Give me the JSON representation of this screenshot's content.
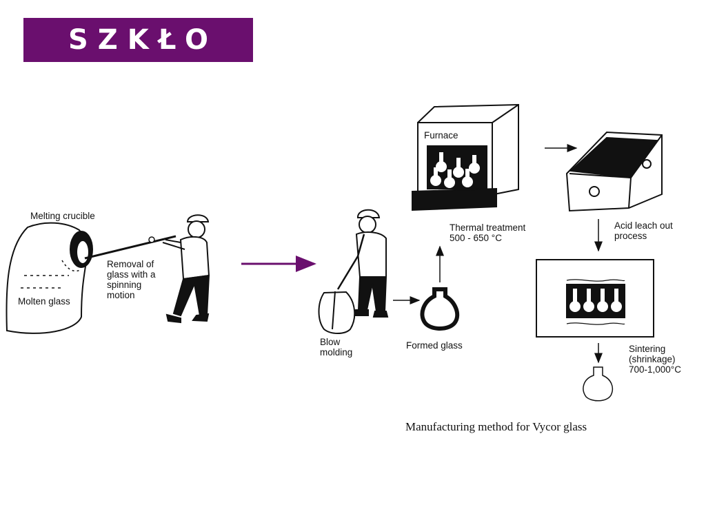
{
  "title": "SZKŁO",
  "colors": {
    "title_bg": "#6a0f6e",
    "arrow": "#6a0f6e"
  },
  "left_figure": {
    "melting_crucible": "Melting crucible",
    "molten_glass": "Molten glass",
    "removal": "Removal of\nglass with a\nspinning\nmotion"
  },
  "right_figure": {
    "furnace": "Furnace",
    "thermal_treatment": "Thermal treatment\n500 - 650 °C",
    "acid_leach": "Acid leach out\nprocess",
    "blow_molding": "Blow\nmolding",
    "formed_glass": "Formed glass",
    "sintering": "Sintering\n(shrinkage)\n700-1,000°C",
    "caption": "Manufacturing method for Vycor glass"
  }
}
